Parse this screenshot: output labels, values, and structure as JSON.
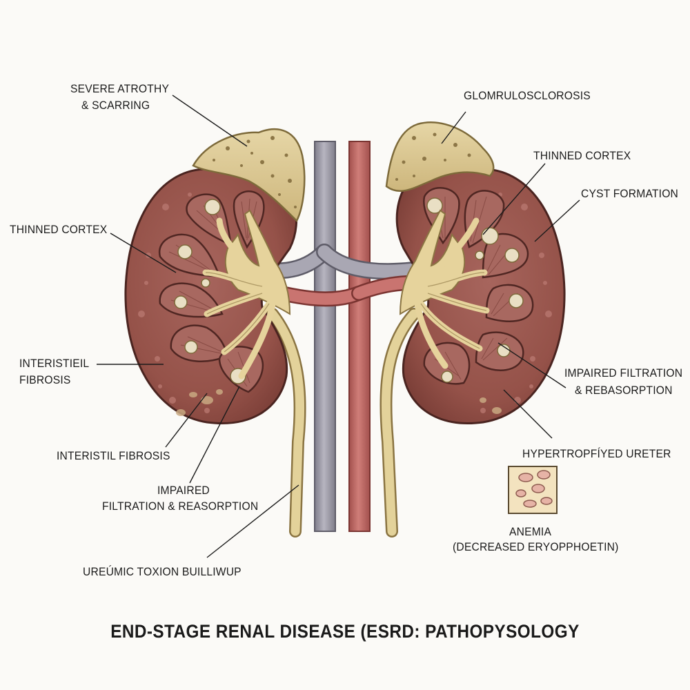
{
  "title": "END-STAGE RENAL DISEASE (ESRD: PATHOPYSOLOGY",
  "labels": {
    "severe_atrophy_line1": "SEVERE ATROTHY",
    "severe_atrophy_line2": "& SCARRING",
    "thinned_cortex_left": "THINNED CORTEX",
    "interstitial_fibrosis_left_line1": "INTERISTIEIL",
    "interstitial_fibrosis_left_line2": "FIBROSIS",
    "interstitial_fibrosis_lower": "INTERISTIL FIBROSIS",
    "impaired_left_line1": "IMPAIRED",
    "impaired_left_line2": "FILTRATION & REASORPTION",
    "uremic_toxin": "UREÚMIC TOXION BUILLIWUP",
    "glomerulosclerosis": "GLOMRULOSCLOROSIS",
    "thinned_cortex_right": "THINNED CORTEX",
    "cyst_formation": "CYST FORMATION",
    "impaired_right_line1": "IMPAIRED FILTRATION",
    "impaired_right_line2": "& REBASORPTION",
    "hypertrophied_ureter": "HYPERTROPFÍYED URETER",
    "anemia_line1": "ANEMIA",
    "anemia_line2": "(DECREASED ERYOPPHOETIN)"
  },
  "colors": {
    "kidney_tissue": "#9a5750",
    "kidney_outline": "#4a2420",
    "scar_tissue": "#d8c48e",
    "vein": "#9c9aa6",
    "artery": "#c06a66",
    "ureter": "#e3d29a",
    "pyramid": "#a86860"
  }
}
